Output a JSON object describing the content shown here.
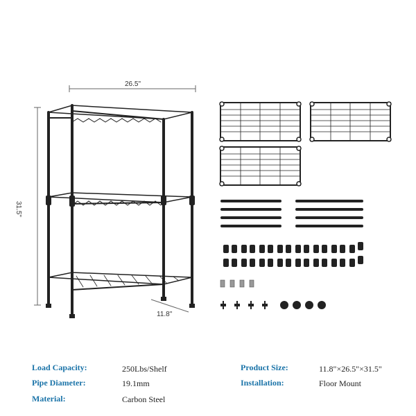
{
  "dimensions": {
    "width": "26.5\"",
    "height": "31.5\"",
    "depth": "11.8\""
  },
  "specs": {
    "load_capacity": {
      "label": "Load Capacity:",
      "value": "250Lbs/Shelf"
    },
    "pipe_diameter": {
      "label": "Pipe Diameter:",
      "value": "19.1mm"
    },
    "material": {
      "label": "Material:",
      "value": "Carbon Steel"
    },
    "product_size": {
      "label": "Product Size:",
      "value": "11.8\"×26.5\"×31.5\""
    },
    "installation": {
      "label": "Installation:",
      "value": "Floor Mount"
    }
  },
  "colors": {
    "label": "#1a73a8",
    "metal": "#222222"
  }
}
